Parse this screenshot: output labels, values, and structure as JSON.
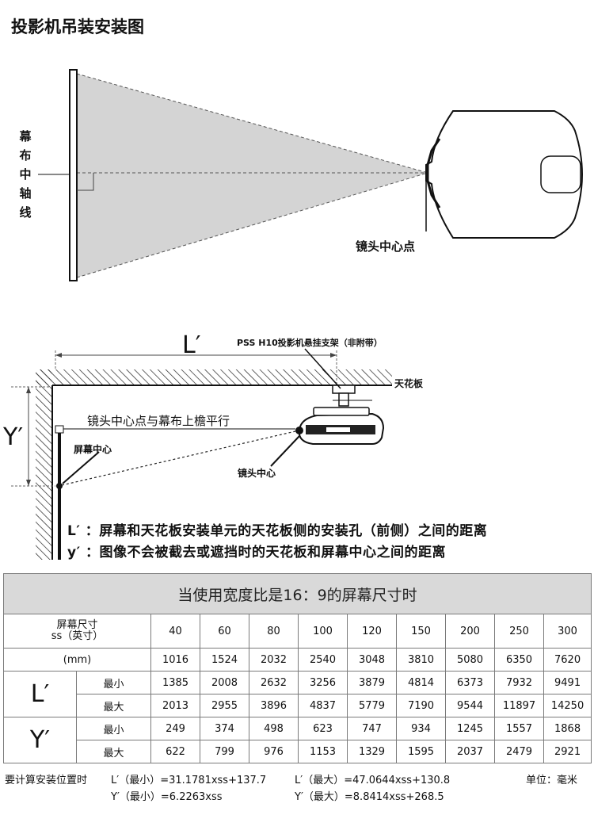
{
  "title": "投影机吊装安装图",
  "diagram1": {
    "screen_axis_label": [
      "幕",
      "布",
      "中",
      "轴",
      "线"
    ],
    "lens_center_label": "镜头中心点"
  },
  "diagram2": {
    "l_prime": "L′",
    "y_prime": "Y′",
    "bracket_label": "PSS H10投影机悬挂支架（非附带）",
    "ceiling_label": "天花板",
    "lens_parallel_label": "镜头中心点与幕布上檐平行",
    "screen_center_label": "屏幕中心",
    "lens_center_label": "镜头中心",
    "note_l": "L′ ：屏幕和天花板安装单元的天花板侧的安装孔（前侧）之间的距离",
    "note_y": "y′ ：图像不会被截去或遮挡时的天花板和屏幕中心之间的距离"
  },
  "table": {
    "caption": "当使用宽度比是16：9的屏幕尺寸时",
    "size_header_1": "屏幕尺寸",
    "size_header_2": "ss（英寸）",
    "mm_header": "(mm)",
    "l_label": "L′",
    "y_label": "Y′",
    "min_label": "最小",
    "max_label": "最大",
    "sizes": [
      "40",
      "60",
      "80",
      "100",
      "120",
      "150",
      "200",
      "250",
      "300"
    ],
    "mm": [
      "1016",
      "1524",
      "2032",
      "2540",
      "3048",
      "3810",
      "5080",
      "6350",
      "7620"
    ],
    "l_min": [
      "1385",
      "2008",
      "2632",
      "3256",
      "3879",
      "4814",
      "6373",
      "7932",
      "9491"
    ],
    "l_max": [
      "2013",
      "2955",
      "3896",
      "4837",
      "5779",
      "7190",
      "9544",
      "11897",
      "14250"
    ],
    "y_min": [
      "249",
      "374",
      "498",
      "623",
      "747",
      "934",
      "1245",
      "1557",
      "1868"
    ],
    "y_max": [
      "622",
      "799",
      "976",
      "1153",
      "1329",
      "1595",
      "2037",
      "2479",
      "2921"
    ]
  },
  "formulas": {
    "prefix": "要计算安装位置时",
    "l_min": "L′（最小）=31.1781xss+137.7",
    "l_max": "L′（最大）=47.0644xss+130.8",
    "y_min": "Y′（最小）=6.2263xss",
    "y_max": "Y′（最大）=8.8414xss+268.5",
    "unit": "单位：毫米"
  }
}
